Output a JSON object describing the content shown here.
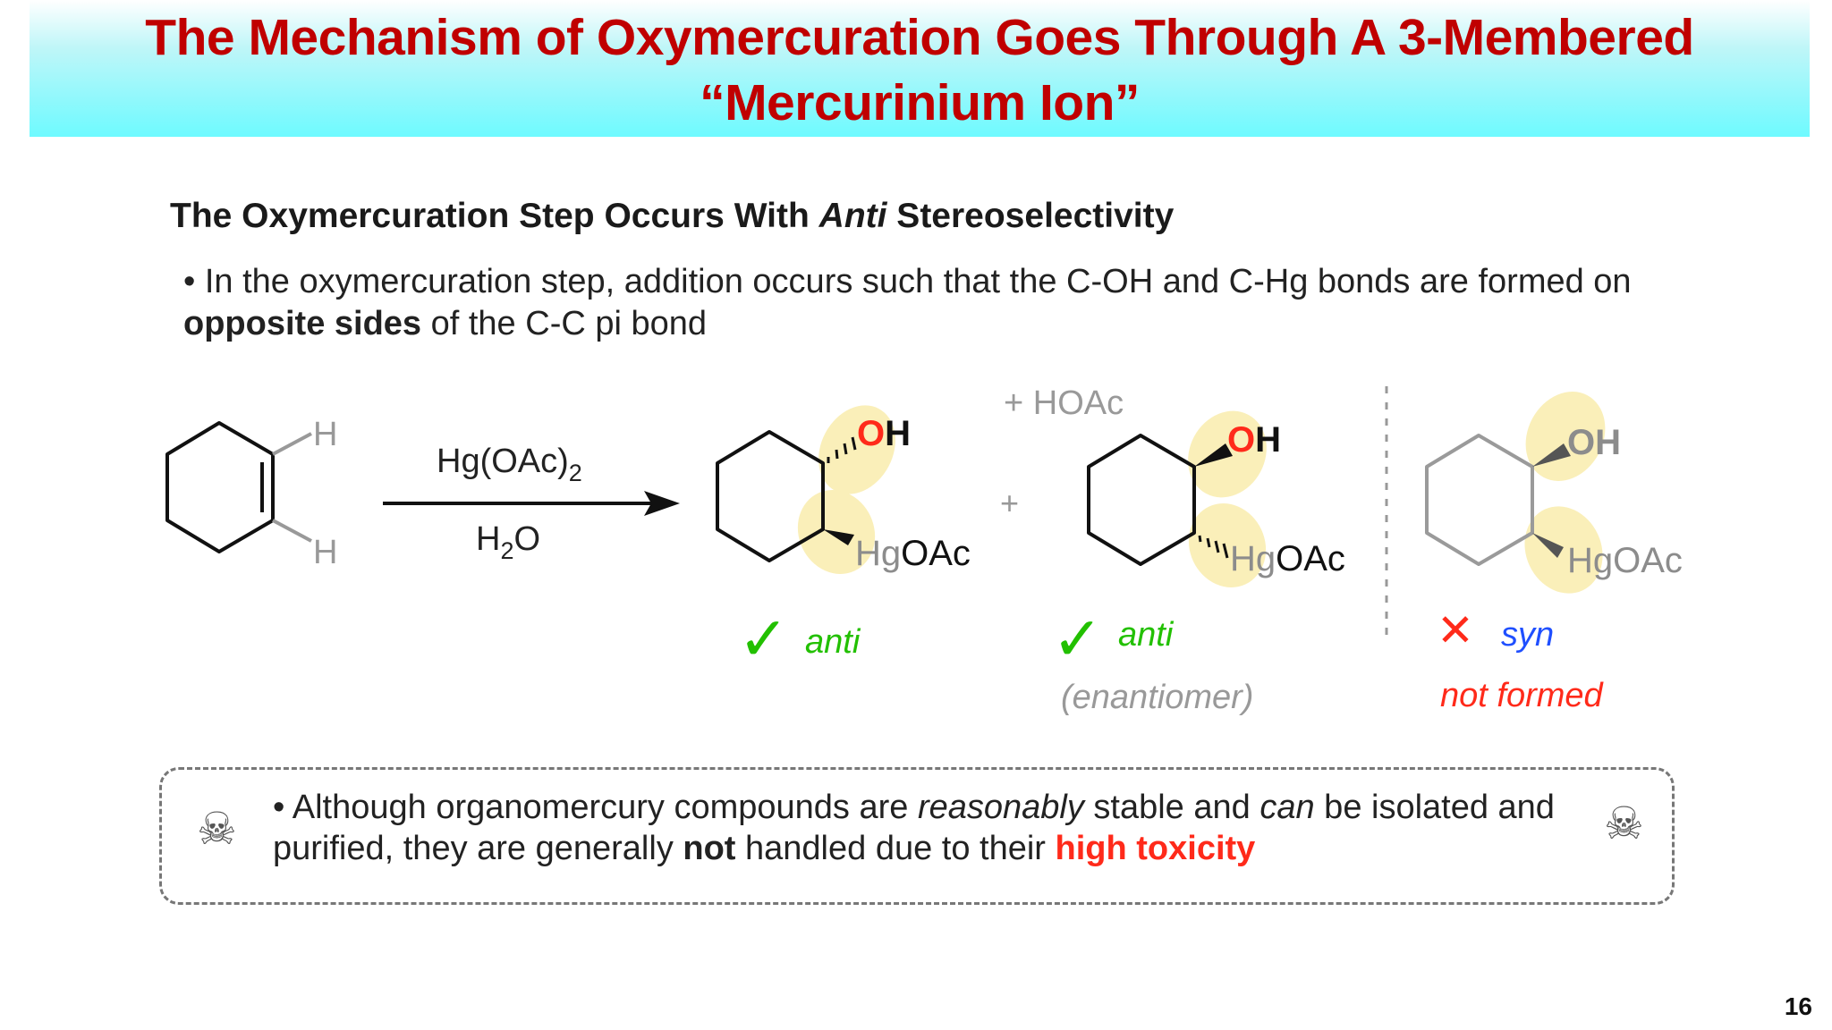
{
  "title": {
    "line1": "The Mechanism of Oxymercuration Goes Through A 3-Membered",
    "line2": "“Mercurinium Ion”"
  },
  "heading": {
    "pre": "The Oxymercuration Step Occurs With ",
    "em": "Anti",
    "post": " Stereoselectivity"
  },
  "bullet1": {
    "pre": "• In the oxymercuration step, addition occurs such that the C-OH and C-Hg bonds are formed on ",
    "bold": "opposite sides",
    "post": " of the C-C pi bond"
  },
  "scheme": {
    "reagent_top": "Hg(OAc)",
    "reagent_top_sub": "2",
    "reagent_bottom_pre": "H",
    "reagent_bottom_sub": "2",
    "reagent_bottom_post": "O",
    "byproduct": "+ HOAc",
    "plus": "+",
    "h_label": "H",
    "oh_o": "O",
    "oh_h": "H",
    "hg": "Hg",
    "oac": "OAc",
    "check": "✓",
    "cross": "✕",
    "anti": "anti",
    "syn": "syn",
    "enantiomer": "(enantiomer)",
    "not_formed": "not formed"
  },
  "toxicity": {
    "p1": "• Although organomercury compounds are ",
    "em1": "reasonably",
    "p2": " stable and ",
    "em2": "can",
    "p3": " be isolated and purified, they are generally ",
    "bold": "not",
    "p4": " handled due to their ",
    "red": "high toxicity",
    "skull": "☠"
  },
  "page_number": "16",
  "colors": {
    "title": "#c00000",
    "red": "#ff2a1a",
    "green": "#22c000",
    "blue": "#1f4fff",
    "grey": "#8c8c8c",
    "highlight": "#f7e58a"
  }
}
